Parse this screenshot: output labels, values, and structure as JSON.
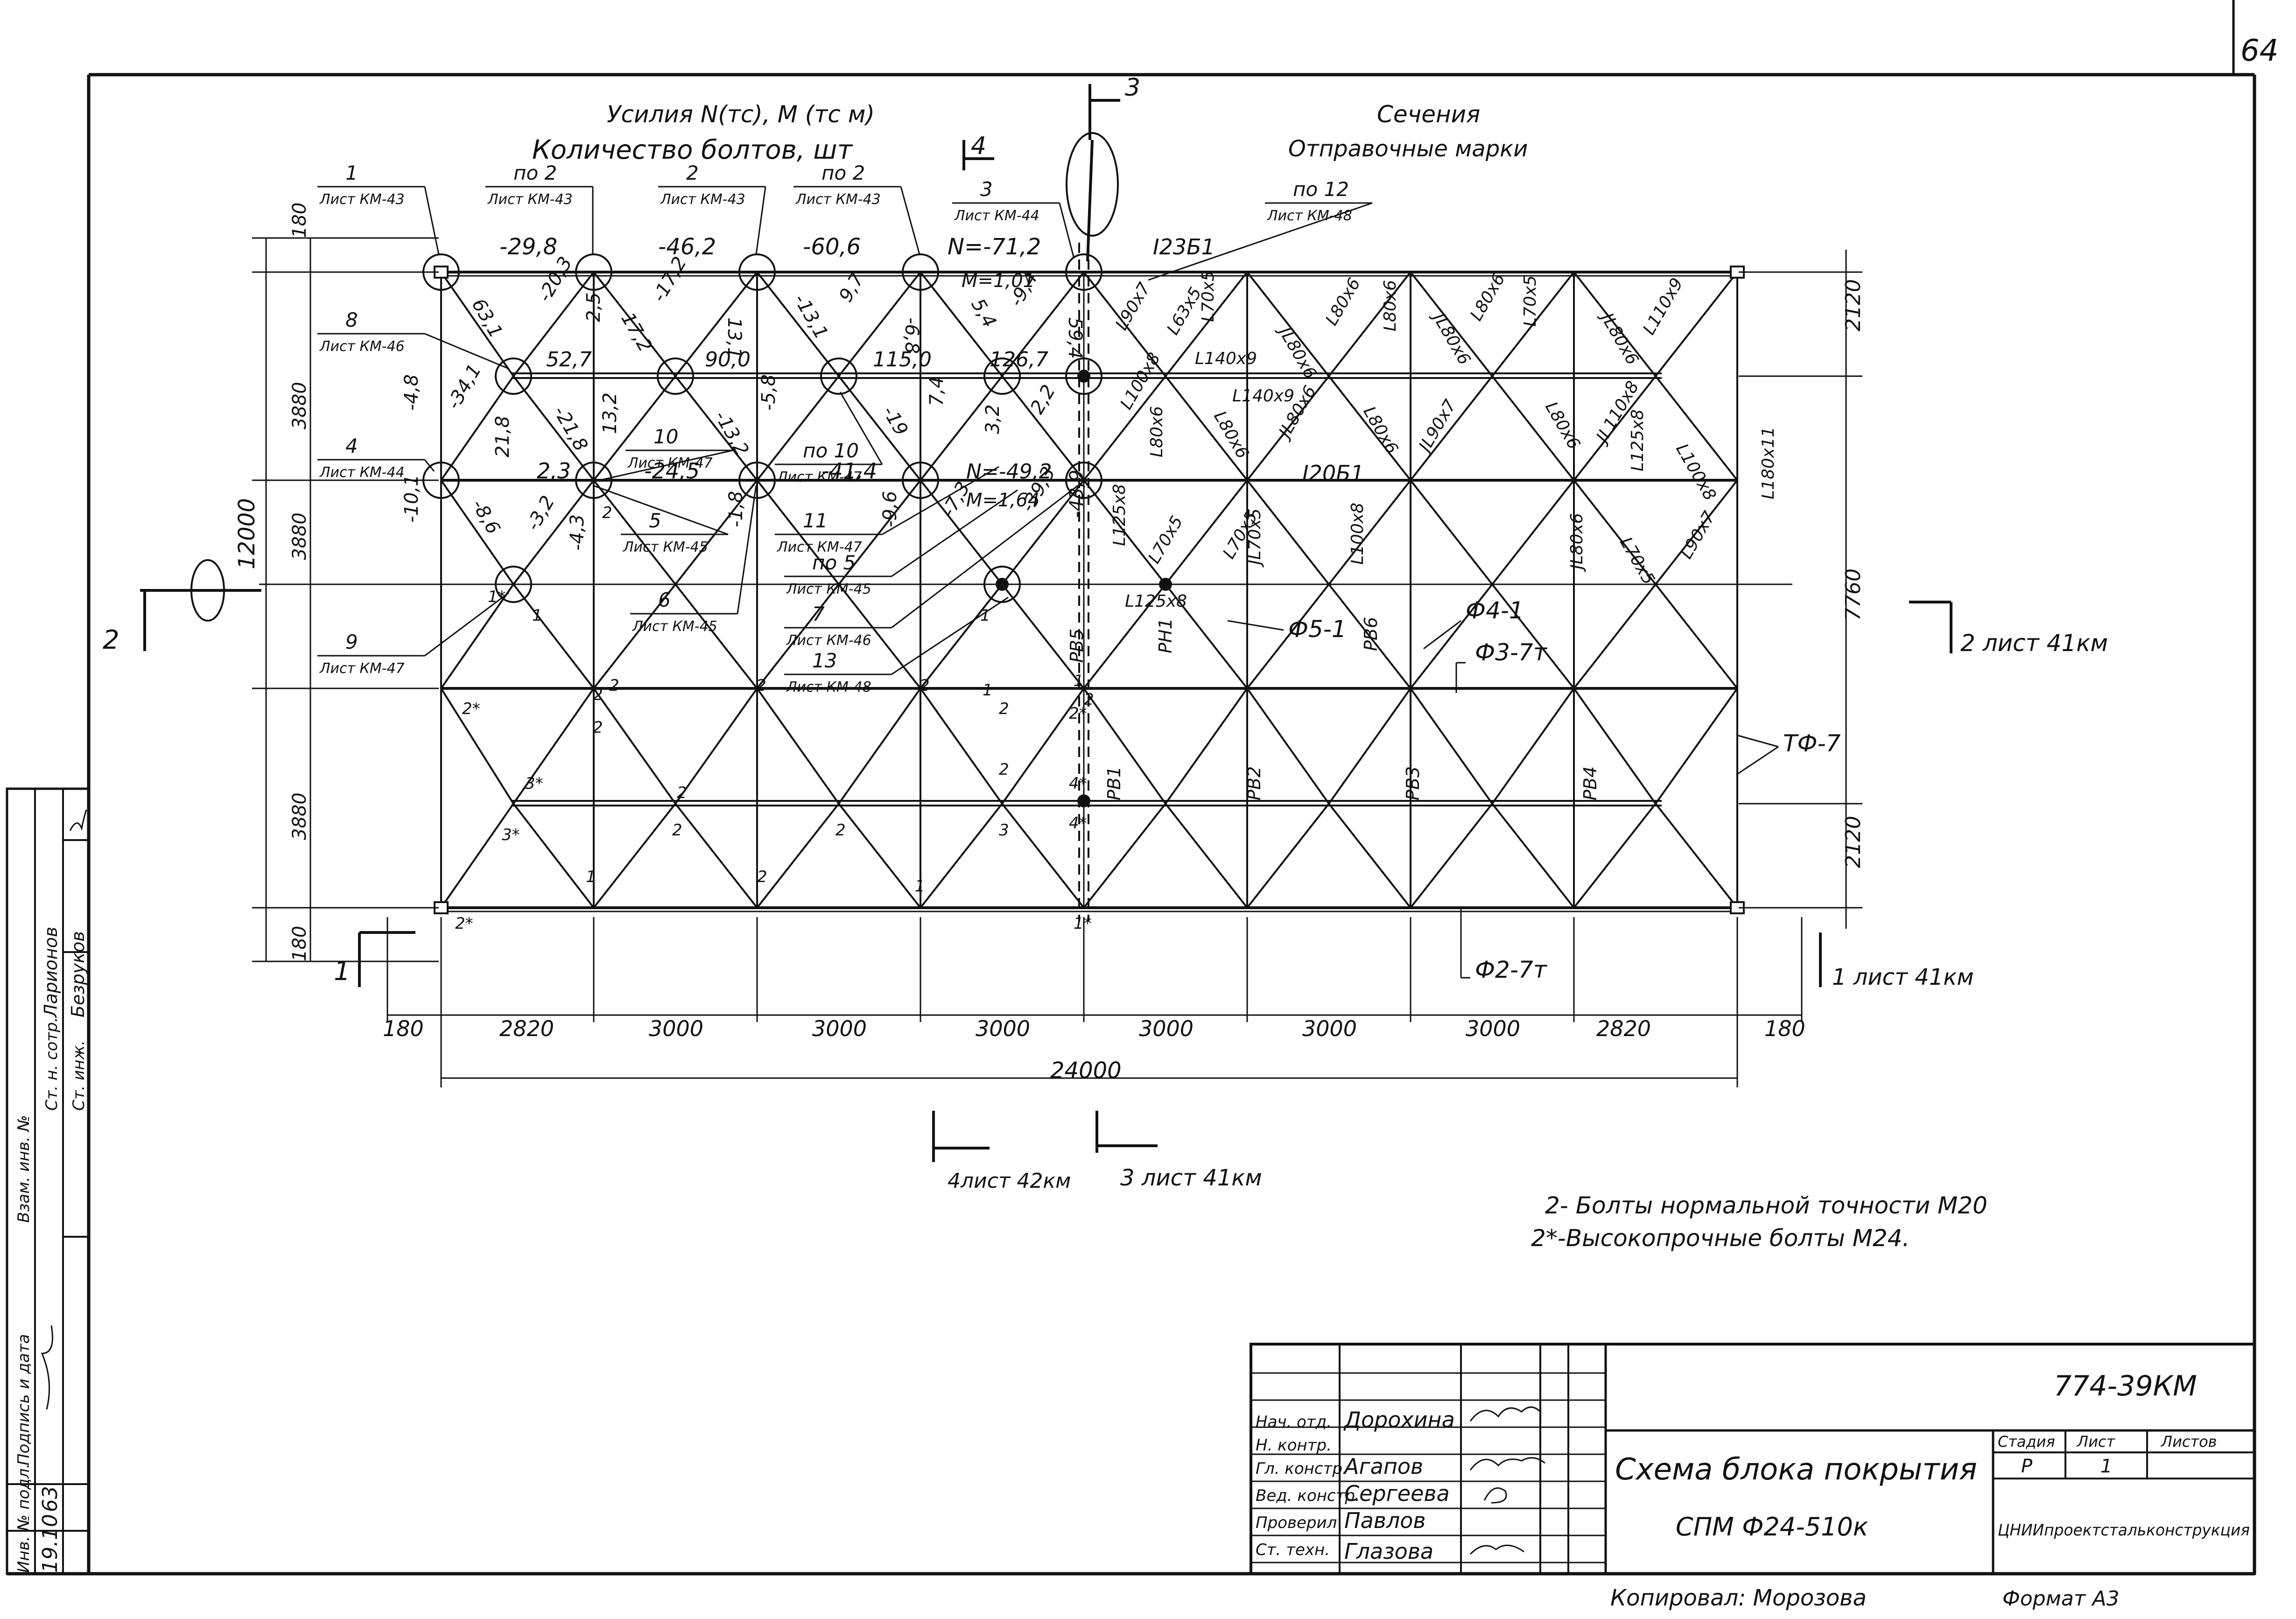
{
  "sheet": {
    "page_number": "64",
    "header_left_1": "Усилия N(тс), M (тс м)",
    "header_left_2": "Количество болтов, шт",
    "header_right_1": "Сечения",
    "header_right_2": "Отправочные марки"
  },
  "truss_labels": {
    "top_chord_section": "I23Б1",
    "mid_chord_section": "I20Б1",
    "top_forces": [
      "-29,8",
      "-46,2",
      "-60,6",
      "N=-71,2"
    ],
    "top_moment": "M=1,01",
    "mid_forces": [
      "2,3",
      "-24,5",
      "-41,4",
      "N=-49,2"
    ],
    "mid_moment": "M=1,64",
    "lower_forces": [
      "52,7",
      "90,0",
      "115,0",
      "126,7"
    ],
    "diag_forces": [
      "63,1",
      "-20,3",
      "17,2",
      "-17,2",
      "13,1",
      "-13,1",
      "9,7",
      "-6,8",
      "5,4",
      "-9,4",
      "59,4",
      "-34,1",
      "21,8",
      "-21,8",
      "13,2",
      "-13,2",
      "-5,8",
      "-19",
      "-8,6",
      "-3,2",
      "-4,3",
      "-1,8",
      "-9,6",
      "-7,3",
      "-39,3",
      "-43,9",
      "-4,8",
      "-10,1",
      "7,4",
      "2,2",
      "3,2",
      "2,5"
    ],
    "member_sections": [
      "L90x7",
      "L63x5",
      "L70x5",
      "JL80x6",
      "L80x6",
      "L80x6",
      "JL80x6",
      "L80x6",
      "L70x5",
      "JL80x6",
      "L110x9",
      "L140x9",
      "L140x9",
      "L100x8",
      "L80x6",
      "L80x6",
      "JL80x6",
      "L80x6",
      "JL90x7",
      "L80x6",
      "JL110x8",
      "L125x8",
      "L100x8",
      "L180x11",
      "L125x8",
      "L70x5",
      "L70x5",
      "JL70x5",
      "L100x8",
      "JL80x6",
      "L70x5",
      "L90x7",
      "L125x8"
    ],
    "bracing_marks": [
      "PB5",
      "PH1",
      "PB6",
      "PB1",
      "PB2",
      "PB3",
      "PB4"
    ],
    "tie_marks": [
      "Ф5-1",
      "Ф4-1",
      "Ф3-7т",
      "ТФ-7",
      "Ф2-7т"
    ],
    "bolt_marks": [
      "2",
      "2",
      "2",
      "2",
      "2",
      "2",
      "2",
      "2",
      "2",
      "2",
      "2",
      "2",
      "2",
      "3",
      "1",
      "1",
      "1",
      "1",
      "1",
      "1",
      "2*",
      "2*",
      "2*",
      "3*",
      "3*",
      "4*",
      "4*",
      "1*",
      "1*"
    ]
  },
  "callouts": [
    {
      "num": "1",
      "ref": "Лист КМ-43"
    },
    {
      "num": "по 2",
      "ref": "Лист КМ-43"
    },
    {
      "num": "2",
      "ref": "Лист КМ-43"
    },
    {
      "num": "по 2",
      "ref": "Лист КМ-43"
    },
    {
      "num": "3",
      "ref": "Лист КМ-44"
    },
    {
      "num": "по 12",
      "ref": "Лист КМ-48"
    },
    {
      "num": "8",
      "ref": "Лист КМ-46"
    },
    {
      "num": "4",
      "ref": "Лист КМ-44"
    },
    {
      "num": "10",
      "ref": "Лист КМ-47"
    },
    {
      "num": "по 10",
      "ref": "Лист КМ-47"
    },
    {
      "num": "5",
      "ref": "Лист КМ-45"
    },
    {
      "num": "11",
      "ref": "Лист КМ-47"
    },
    {
      "num": "по 5",
      "ref": "Лист КМ-45"
    },
    {
      "num": "9",
      "ref": "Лист КМ-47"
    },
    {
      "num": "6",
      "ref": "Лист КМ-45"
    },
    {
      "num": "7",
      "ref": "Лист КМ-46"
    },
    {
      "num": "13",
      "ref": "Лист КМ-48"
    }
  ],
  "dimensions": {
    "left_total": "12000",
    "left_segments": [
      "180",
      "3880",
      "3880",
      "3880",
      "180"
    ],
    "right_segments": [
      "2120",
      "7760",
      "2120"
    ],
    "bottom_segments": [
      "180",
      "2820",
      "3000",
      "3000",
      "3000",
      "3000",
      "3000",
      "3000",
      "2820",
      "180"
    ],
    "bottom_total": "24000"
  },
  "section_marks": {
    "s3_top": "3",
    "s4_top": "4",
    "s2_left": "2",
    "s1_left": "1",
    "s2_right": "2 лист 41км",
    "s1_right": "1 лист 41км",
    "s4_bottom": "4лист 42км",
    "s3_bottom": "3 лист 41км"
  },
  "notes": [
    "2- Болты нормальной точности М20",
    "2*-Высокопрочные болты М24."
  ],
  "side_stamp": {
    "labels": [
      "Инв. № подл.",
      "Подпись и дата",
      "Взам. инв. №",
      "Ст. н. сотр.",
      "Ст. инж."
    ],
    "values": [
      "19.10",
      "63",
      "Ларионов",
      "Безруков"
    ]
  },
  "title_block": {
    "code": "774-39КМ",
    "roles": [
      "Нач. отд.",
      "Н. контр.",
      "Гл. констр.",
      "Вед. констр.",
      "Проверил",
      "Ст. техн."
    ],
    "names": [
      "Дорохина",
      "",
      "Агапов",
      "Сергеева",
      "Павлов",
      "Глазова"
    ],
    "title_1": "Схема блока покрытия",
    "title_2": "СПМ Ф24-510к",
    "stage_hdr": "Стадия",
    "sheet_hdr": "Лист",
    "sheets_hdr": "Листов",
    "stage": "Р",
    "sheet": "1",
    "sheets": "",
    "org": "ЦНИИпроектстальконструкция",
    "copied": "Копировал: Морозова",
    "format": "Формат А3"
  }
}
